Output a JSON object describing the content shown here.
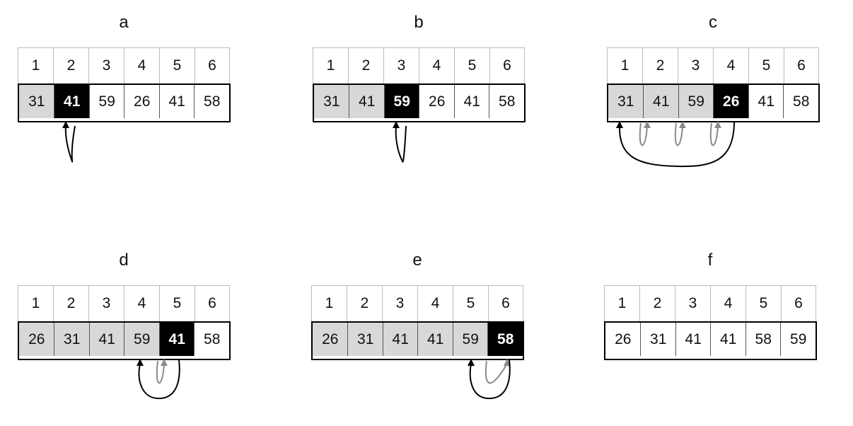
{
  "panels": [
    {
      "label": "a",
      "indices": [
        "1",
        "2",
        "3",
        "4",
        "5",
        "6"
      ],
      "values": [
        "31",
        "41",
        "59",
        "26",
        "41",
        "58"
      ],
      "states": [
        "sorted",
        "key",
        "plain",
        "plain",
        "plain",
        "plain"
      ]
    },
    {
      "label": "b",
      "indices": [
        "1",
        "2",
        "3",
        "4",
        "5",
        "6"
      ],
      "values": [
        "31",
        "41",
        "59",
        "26",
        "41",
        "58"
      ],
      "states": [
        "sorted",
        "sorted",
        "key",
        "plain",
        "plain",
        "plain"
      ]
    },
    {
      "label": "c",
      "indices": [
        "1",
        "2",
        "3",
        "4",
        "5",
        "6"
      ],
      "values": [
        "31",
        "41",
        "59",
        "26",
        "41",
        "58"
      ],
      "states": [
        "sorted",
        "sorted",
        "sorted",
        "key",
        "plain",
        "plain"
      ]
    },
    {
      "label": "d",
      "indices": [
        "1",
        "2",
        "3",
        "4",
        "5",
        "6"
      ],
      "values": [
        "26",
        "31",
        "41",
        "59",
        "41",
        "58"
      ],
      "states": [
        "sorted",
        "sorted",
        "sorted",
        "sorted",
        "key",
        "plain"
      ]
    },
    {
      "label": "e",
      "indices": [
        "1",
        "2",
        "3",
        "4",
        "5",
        "6"
      ],
      "values": [
        "26",
        "31",
        "41",
        "41",
        "59",
        "58"
      ],
      "states": [
        "sorted",
        "sorted",
        "sorted",
        "sorted",
        "sorted",
        "key"
      ]
    },
    {
      "label": "f",
      "indices": [
        "1",
        "2",
        "3",
        "4",
        "5",
        "6"
      ],
      "values": [
        "26",
        "31",
        "41",
        "41",
        "58",
        "59"
      ],
      "states": [
        "plain",
        "plain",
        "plain",
        "plain",
        "plain",
        "plain"
      ]
    }
  ],
  "colors": {
    "sorted": "#d8d8d8",
    "key": "#000000",
    "shift_arrow": "#8a8a8a",
    "insert_arrow": "#000000"
  }
}
